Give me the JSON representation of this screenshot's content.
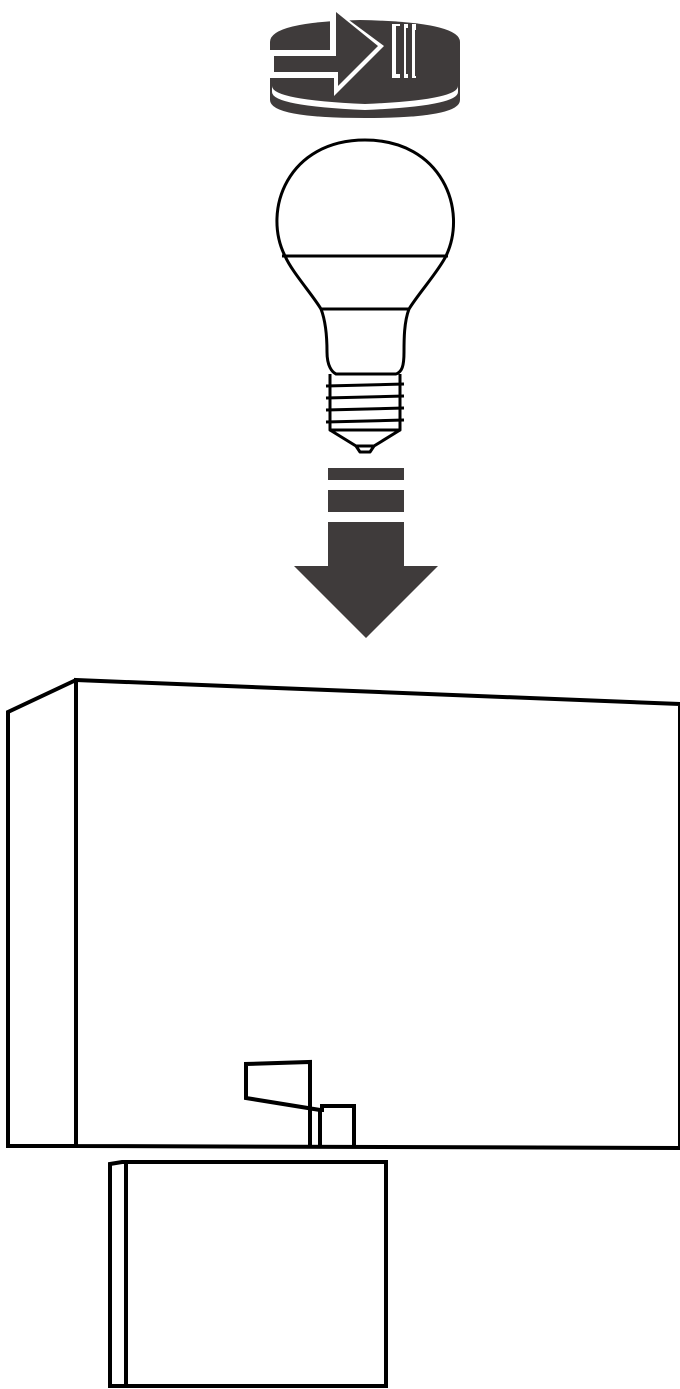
{
  "diagram": {
    "steps": [
      {
        "id": "rotate",
        "icon": "rotate-clockwise-icon"
      },
      {
        "id": "bulb",
        "icon": "light-bulb-icon"
      },
      {
        "id": "insert",
        "icon": "insert-down-arrow-icon"
      },
      {
        "id": "lamp",
        "icon": "wall-lamp-icon"
      }
    ],
    "colors": {
      "arrow_fill": "#3f3b3b",
      "line": "#000000",
      "background": "#ffffff"
    }
  }
}
